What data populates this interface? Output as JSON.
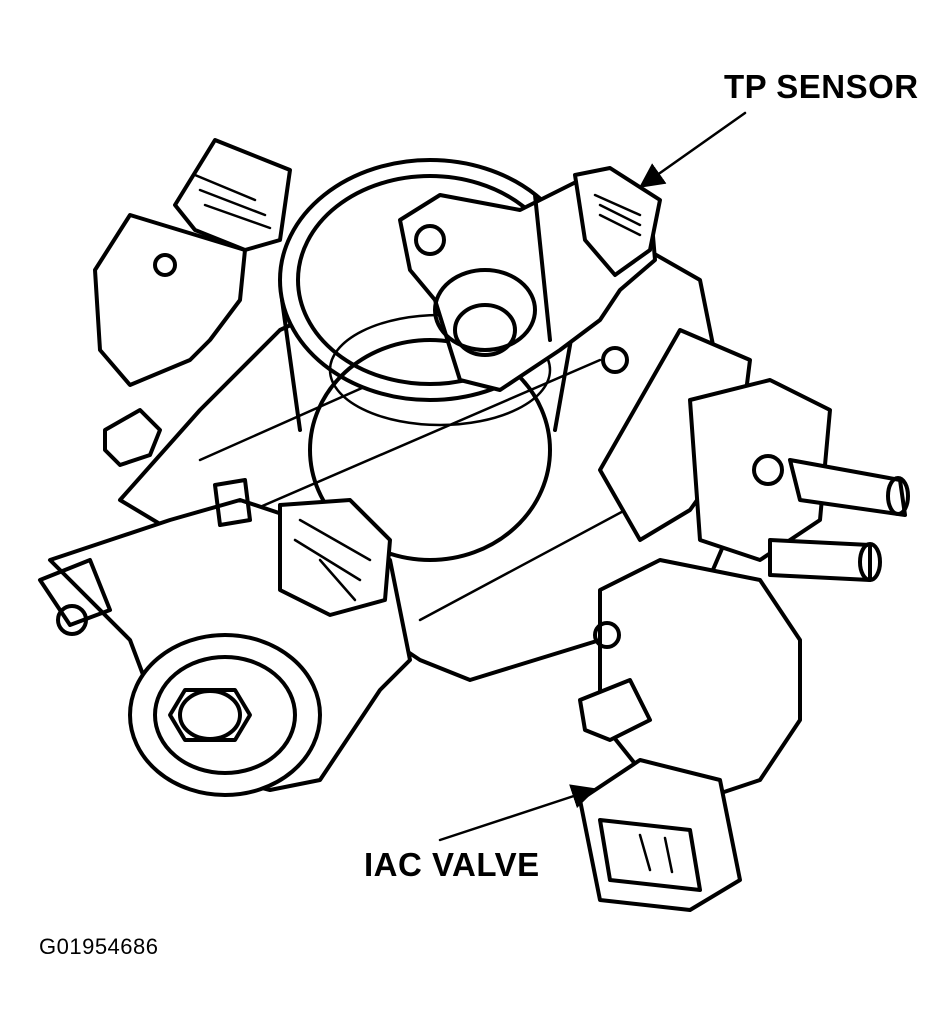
{
  "labels": {
    "tp_sensor": "TP SENSOR",
    "iac_valve": "IAC VALVE"
  },
  "figure_id": "G01954686",
  "colors": {
    "line": "#000000",
    "background": "#ffffff"
  }
}
